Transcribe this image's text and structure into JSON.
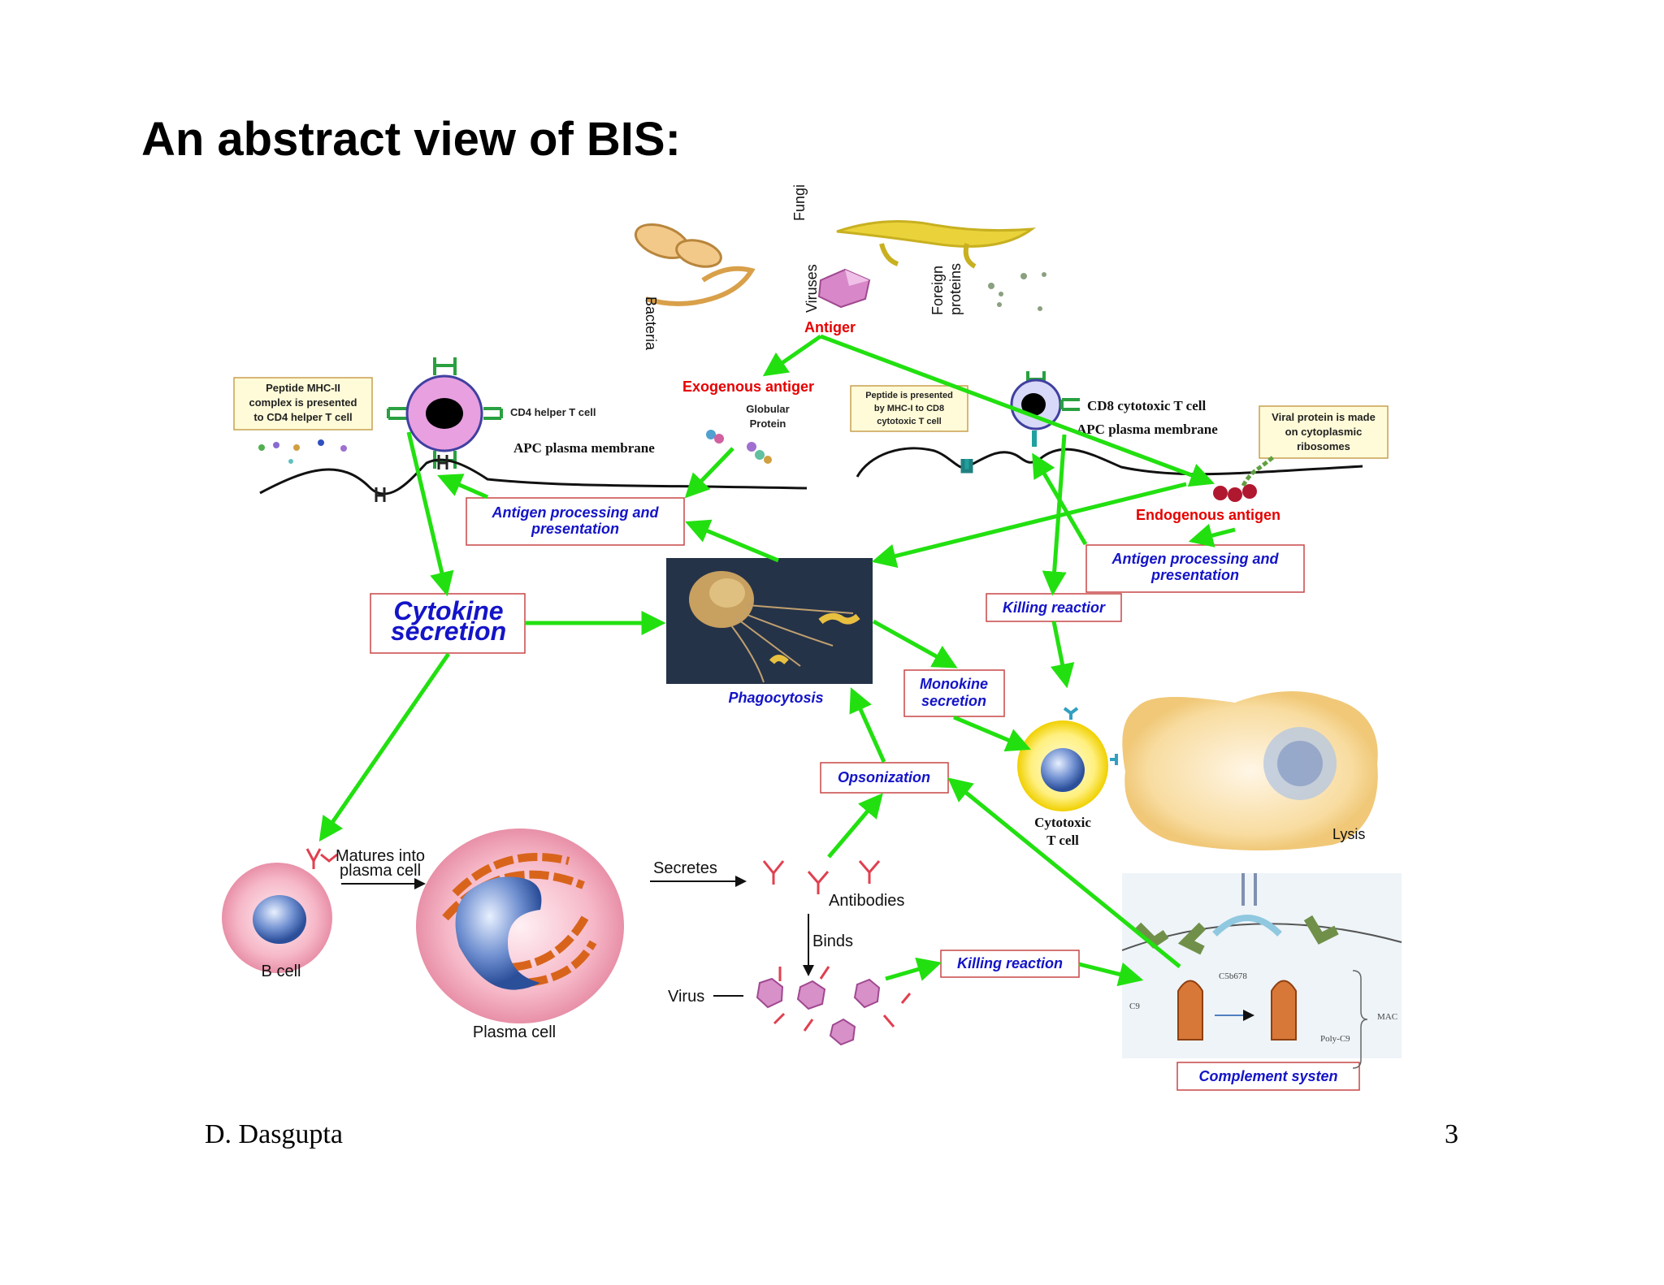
{
  "title": "An abstract view of BIS:",
  "footer": {
    "author": "D. Dasgupta",
    "page": "3"
  },
  "pathogens": {
    "bacteria": "Bacteria",
    "fungi": "Fungi",
    "viruses": "Viruses",
    "foreign_proteins_1": "Foreign",
    "foreign_proteins_2": "proteins"
  },
  "labels": {
    "antigen": "Antiger",
    "exogenous": "Exogenous antiger",
    "endogenous": "Endogenous antigen",
    "globular_1": "Globular",
    "globular_2": "Protein",
    "cd4": "CD4 helper T cell",
    "cd8": "CD8 cytotoxic T cell",
    "apc_left": "APC plasma membrane",
    "apc_right": "APC plasma membrane",
    "note_left": [
      "Peptide MHC-II",
      "complex is presented",
      "to CD4 helper T cell"
    ],
    "note_mid": [
      "Peptide is presented",
      "by MHC-I to CD8",
      "cytotoxic T cell"
    ],
    "note_right": [
      "Viral protein is made",
      "on cytoplasmic",
      "ribosomes"
    ],
    "app_left": [
      "Antigen processing and",
      "presentation"
    ],
    "app_right": [
      "Antigen processing and",
      "presentation"
    ],
    "cytokine": [
      "Cytokine",
      "secretion"
    ],
    "phagocytosis": "Phagocytosis",
    "killing_top": "Killing reactior",
    "monokine": [
      "Monokine",
      "secretion"
    ],
    "opsonization": "Opsonization",
    "cytotoxic_1": "Cytotoxic",
    "cytotoxic_2": "T cell",
    "lysis": "Lysis",
    "matures_1": "Matures into",
    "matures_2": "plasma cell",
    "b_cell": "B cell",
    "plasma_cell": "Plasma cell",
    "secretes": "Secretes",
    "antibodies": "Antibodies",
    "binds": "Binds",
    "virus": "Virus",
    "killing_bottom": "Killing reaction",
    "complement": "Complement systen",
    "c5b678": "C5b678",
    "c9": "C9",
    "mac": "MAC",
    "polyc9": "Poly-C9"
  },
  "colors": {
    "arrow": "#22e010",
    "red_label": "#e60000",
    "blue_label": "#1414c8"
  }
}
